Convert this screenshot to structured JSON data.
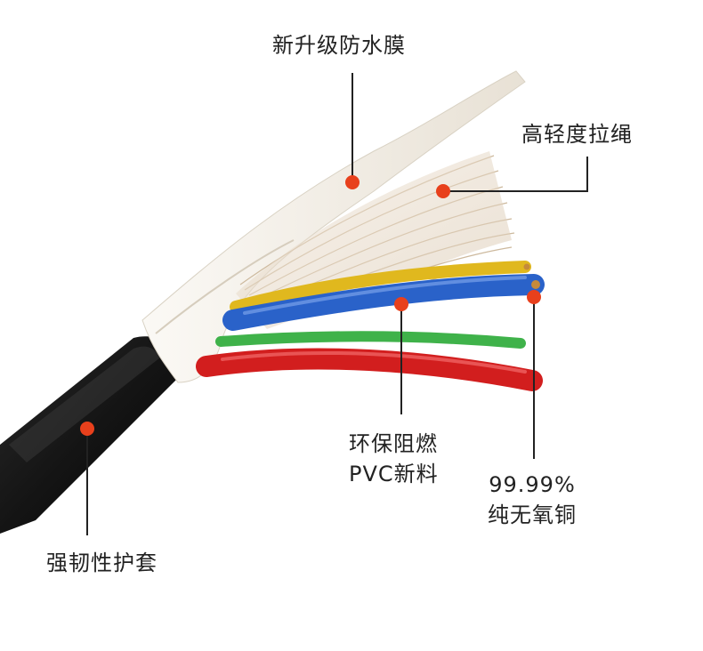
{
  "annotations": {
    "waterproof_film": "新升级防水膜",
    "tensile_rope": "高轻度拉绳",
    "pvc_insulation": [
      "环保阻燃",
      "PVC新料"
    ],
    "copper_core": [
      "99.99%",
      "纯无氧铜"
    ],
    "outer_jacket": "强韧性护套"
  },
  "colors": {
    "marker_dot": "#e8401c",
    "leader_line": "#222222",
    "jacket": "#161616",
    "wire_yellow": "#e0b81e",
    "wire_blue": "#2a62c9",
    "wire_green": "#3fb24a",
    "wire_red": "#d21e1e",
    "rope_fiber": "#e6d8c6",
    "film": "#f3efe8"
  },
  "illustration": "cable-cross-section"
}
